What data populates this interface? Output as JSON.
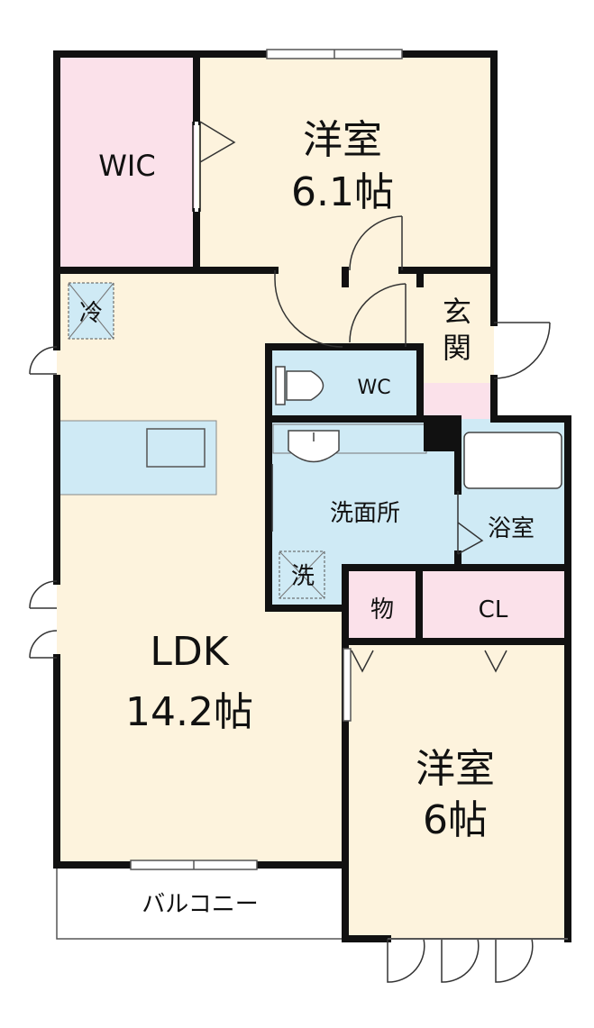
{
  "rooms": {
    "wic": "WIC",
    "bedroom1_name": "洋室",
    "bedroom1_size": "6.1帖",
    "genkan": [
      "玄",
      "関"
    ],
    "wc": "WC",
    "washroom": "洗面所",
    "bath": "浴室",
    "storage": "物",
    "closet": "CL",
    "ldk_name": "LDK",
    "ldk_size": "14.2帖",
    "bedroom2_name": "洋室",
    "bedroom2_size": "6帖",
    "balcony": "バルコニー",
    "fridge": "冷",
    "washer": "洗"
  },
  "colors": {
    "ldk_floor": "#fdf3dd",
    "wic_floor": "#fbe1ea",
    "wet_area": "#cfeaf5",
    "entry_tile": "#fbe1ea",
    "wall": "#111111"
  }
}
